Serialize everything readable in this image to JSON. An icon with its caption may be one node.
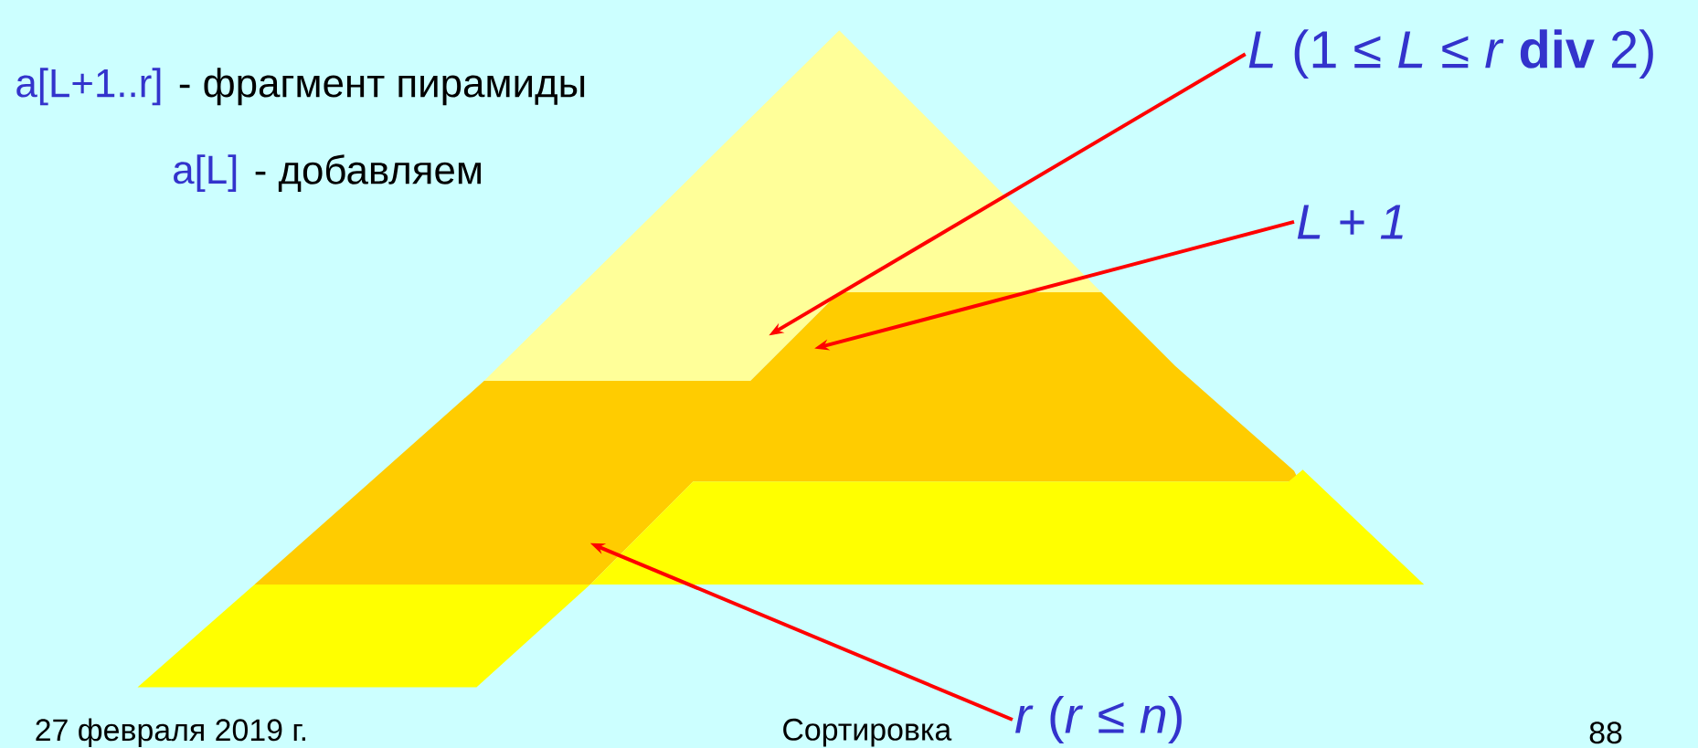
{
  "diagram": {
    "nodes": [
      {
        "text": [
          "*L* (1 ≤ *L* ≤ *r* **div** 2)"
        ]
      },
      {
        "text": [
          "L + 1"
        ]
      },
      {
        "text": [
          "*r*   (*r* ≤ *n*)"
        ]
      }
    ],
    "edges": [
      {
        "from": 0,
        "to": null,
        "arrow": "to"
      },
      {
        "from": 1,
        "to": null,
        "arrow": "to"
      },
      {
        "from": 2,
        "to": null,
        "arrow": "to"
      }
    ],
    "labels": [
      "a[L+1..r]",
      "- фрагмент пирамиды",
      "a[L]",
      "- добавляем",
      "27 февраля 2019 г.",
      "Сортировка",
      "88"
    ]
  }
}
